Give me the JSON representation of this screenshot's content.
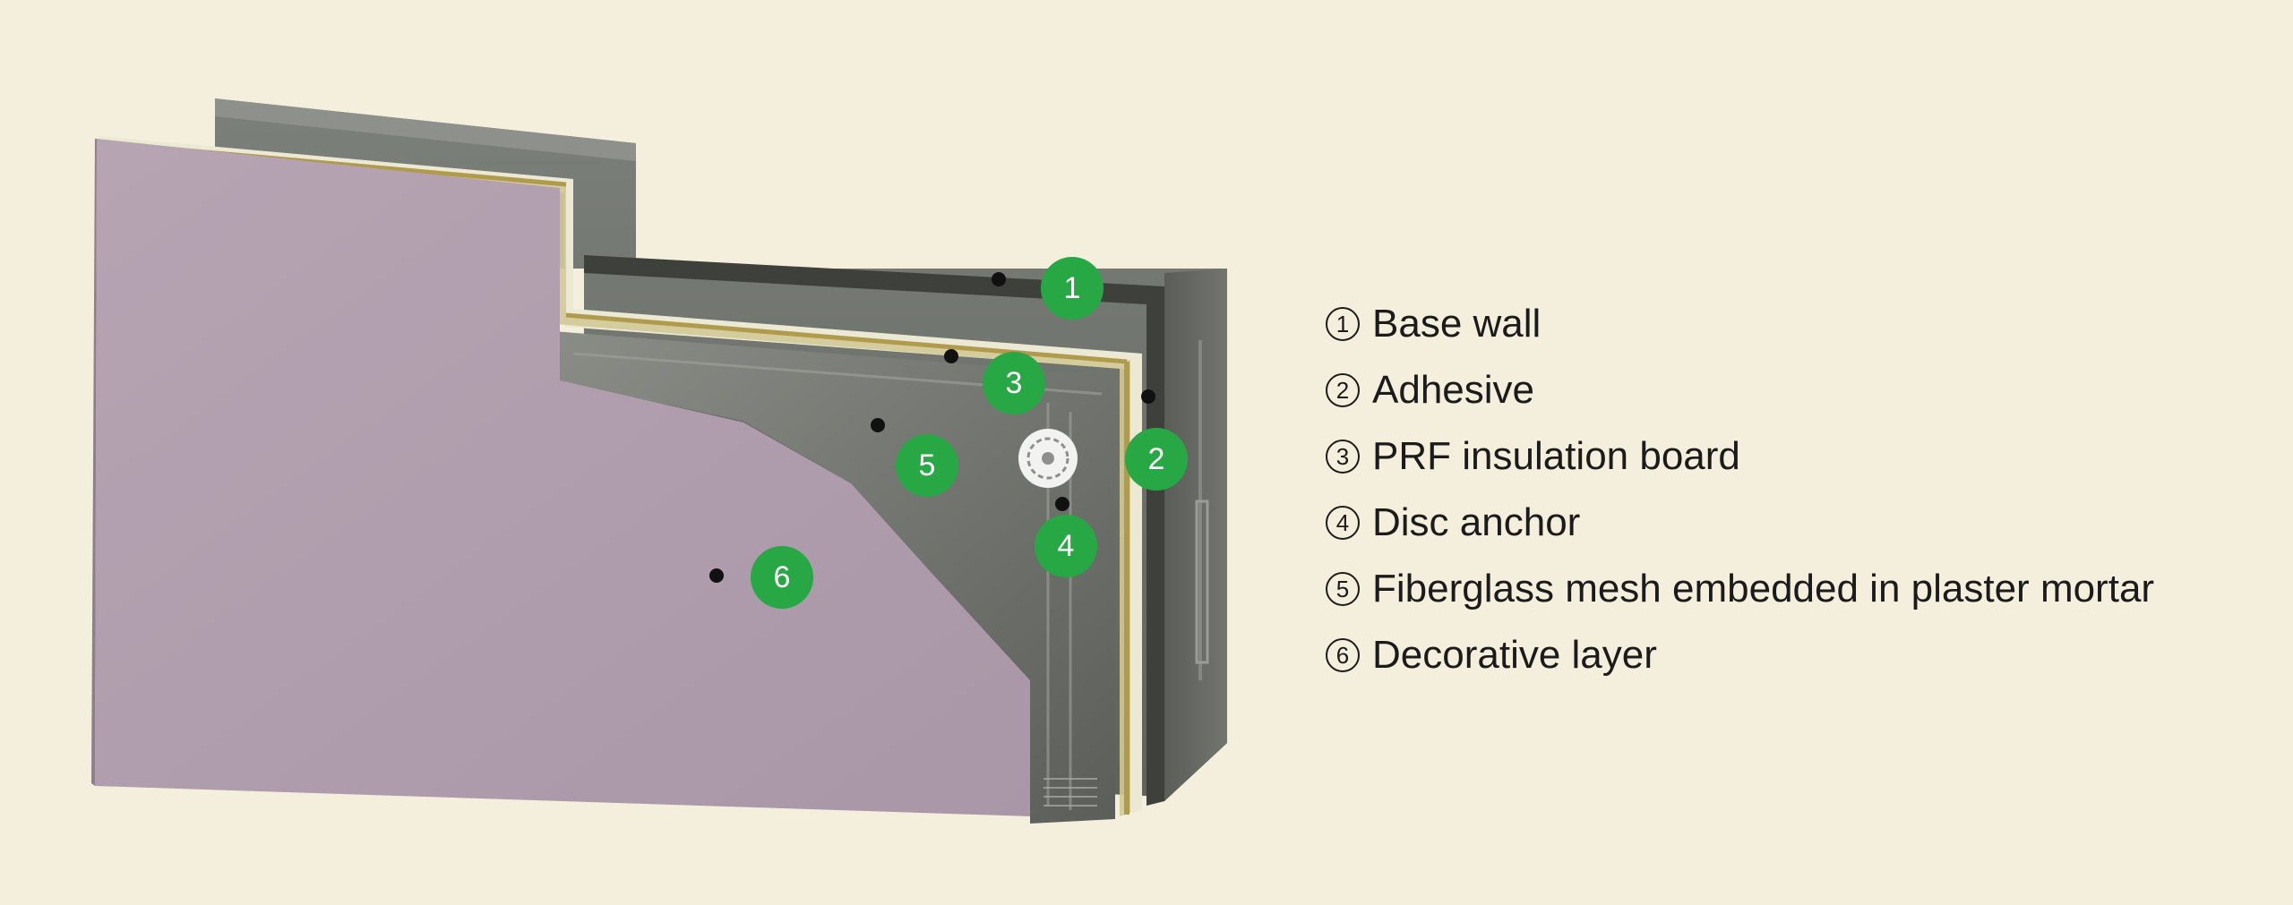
{
  "colors": {
    "background": "#f3efdc",
    "badge": "#27a844",
    "decorative_layer": "#b09dac",
    "base_wall": "#6f726d",
    "insulation_board": "#e9e6d2",
    "adhesive_edge": "#b9a45a"
  },
  "callouts": [
    {
      "number": "1",
      "label": "Base wall"
    },
    {
      "number": "2",
      "label": "Adhesive"
    },
    {
      "number": "3",
      "label": "PRF insulation board"
    },
    {
      "number": "4",
      "label": "Disc anchor"
    },
    {
      "number": "5",
      "label": "Fiberglass mesh embedded in plaster mortar"
    },
    {
      "number": "6",
      "label": "Decorative layer"
    }
  ]
}
